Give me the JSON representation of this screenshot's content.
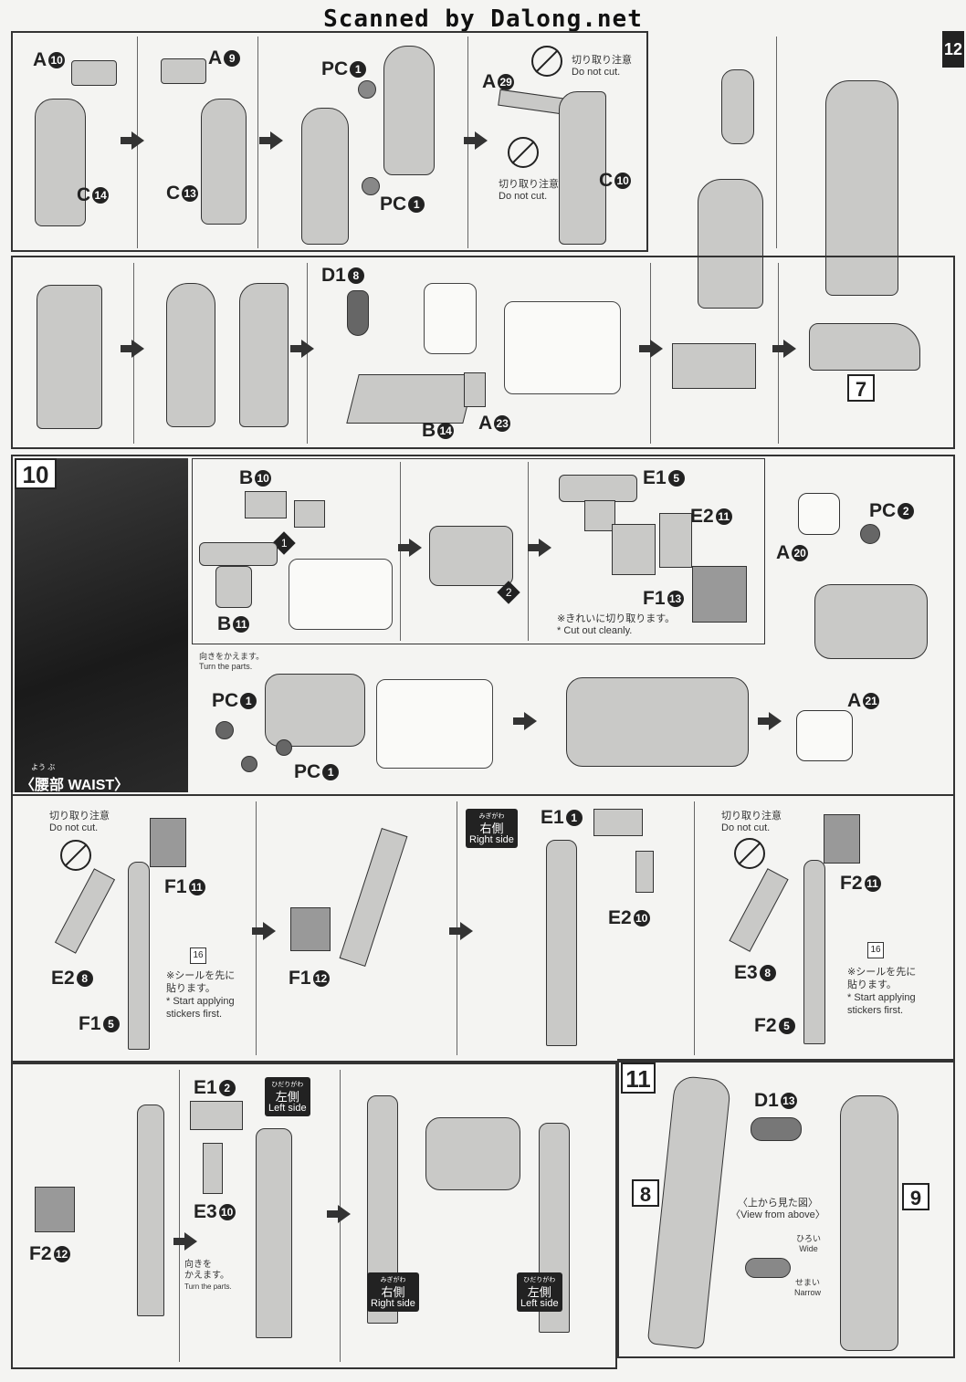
{
  "watermark": "Scanned by Dalong.net",
  "page_number": "12",
  "parts": {
    "a10": {
      "letter": "A",
      "num": "10"
    },
    "a9": {
      "letter": "A",
      "num": "9"
    },
    "c14": {
      "letter": "C",
      "num": "14"
    },
    "c13": {
      "letter": "C",
      "num": "13"
    },
    "pc1": {
      "letter": "PC",
      "num": "1"
    },
    "a29": {
      "letter": "A",
      "num": "29"
    },
    "c10": {
      "letter": "C",
      "num": "10"
    },
    "d18": {
      "letter": "D1",
      "num": "8"
    },
    "b14": {
      "letter": "B",
      "num": "14"
    },
    "a23": {
      "letter": "A",
      "num": "23"
    },
    "b10": {
      "letter": "B",
      "num": "10"
    },
    "b11": {
      "letter": "B",
      "num": "11"
    },
    "e15": {
      "letter": "E1",
      "num": "5"
    },
    "e211": {
      "letter": "E2",
      "num": "11"
    },
    "f113": {
      "letter": "F1",
      "num": "13"
    },
    "pc2": {
      "letter": "PC",
      "num": "2"
    },
    "a20": {
      "letter": "A",
      "num": "20"
    },
    "a21": {
      "letter": "A",
      "num": "21"
    },
    "f111": {
      "letter": "F1",
      "num": "11"
    },
    "e28": {
      "letter": "E2",
      "num": "8"
    },
    "f15": {
      "letter": "F1",
      "num": "5"
    },
    "f112": {
      "letter": "F1",
      "num": "12"
    },
    "e11": {
      "letter": "E1",
      "num": "1"
    },
    "e210": {
      "letter": "E2",
      "num": "10"
    },
    "f211": {
      "letter": "F2",
      "num": "11"
    },
    "e38": {
      "letter": "E3",
      "num": "8"
    },
    "f25": {
      "letter": "F2",
      "num": "5"
    },
    "f212": {
      "letter": "F2",
      "num": "12"
    },
    "e12": {
      "letter": "E1",
      "num": "2"
    },
    "e310": {
      "letter": "E3",
      "num": "10"
    },
    "d113": {
      "letter": "D1",
      "num": "13"
    }
  },
  "notes": {
    "do_not_cut_jp": "切り取り注意",
    "do_not_cut_en": "Do not cut.",
    "cut_clean_jp": "※きれいに切り取ります。",
    "cut_clean_en": "* Cut out cleanly.",
    "turn_jp": "向きをかえます。",
    "turn_en": "Turn the parts.",
    "turn_jp2a": "向きを",
    "turn_jp2b": "かえます。",
    "sticker_jp1": "※シールを先に",
    "sticker_jp2": "貼ります。",
    "sticker_en1": "* Start applying",
    "sticker_en2": "stickers first.",
    "sticker_num": "16",
    "view_above_jp": "〈上から見た図〉",
    "view_above_en": "〈View from above〉",
    "wide_jp": "ひろい",
    "wide_en": "Wide",
    "narrow_jp": "せまい",
    "narrow_en": "Narrow"
  },
  "sides": {
    "right_kana": "みぎがわ",
    "right_jp": "右側",
    "right_en": "Right side",
    "left_kana": "ひだりがわ",
    "left_jp": "左側",
    "left_en": "Left side"
  },
  "steps": {
    "s7": "7",
    "s8": "8",
    "s9": "9",
    "s10": "10",
    "s11": "11"
  },
  "waist_label": {
    "kana": "よう ぶ",
    "jp": "〈腰部",
    "en": "WAIST〉"
  },
  "bullets": {
    "one": "1",
    "two": "2"
  }
}
